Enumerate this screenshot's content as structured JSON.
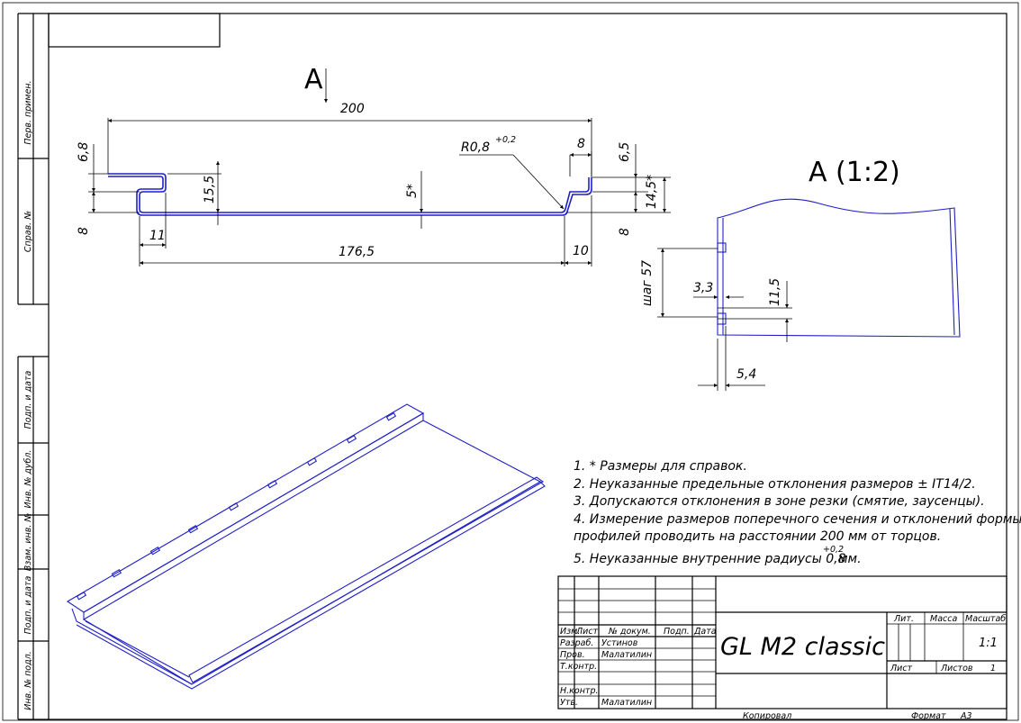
{
  "sidebar": {
    "perv_primen": "Перв. примен.",
    "sprav_no": "Справ. №",
    "podp_data_1": "Подп. и дата",
    "inv_dubl": "Инв. № дубл.",
    "vzam_inv": "Взам. инв. №",
    "podp_data_2": "Подп. и дата",
    "inv_podl": "Инв. № подл."
  },
  "section": {
    "view_label": "А",
    "dim_200": "200",
    "dim_6_8": "6,8",
    "dim_8_left": "8",
    "dim_15_5": "15,5",
    "dim_11": "11",
    "dim_5": "5*",
    "dim_radius": "R0,8",
    "dim_radius_sup": "+0,2",
    "dim_8_top": "8",
    "dim_6_5": "6,5",
    "dim_14_5": "14,5*",
    "dim_8_right": "8",
    "dim_176_5": "176,5",
    "dim_10": "10"
  },
  "detail": {
    "title": "А (1:2)",
    "dim_step": "шаг 57",
    "dim_3_3": "3,3",
    "dim_11_5": "11,5",
    "dim_5_4": "5,4"
  },
  "notes": [
    "1. * Размеры для справок.",
    "2. Неуказанные предельные отклонения размеров  ± IT14/2.",
    "3. Допускаются отклонения в зоне резки (смятие, заусенцы).",
    "4. Измерение размеров поперечного сечения и отклонений формы",
    "профилей проводить на расстоянии 200 мм от торцов.",
    "5. Неуказанные внутренние радиусы 0,8",
    "+0,2",
    "мм."
  ],
  "title_block": {
    "hdr_izm": "Изм.",
    "hdr_list": "Лист",
    "hdr_dokum": "№ докум.",
    "hdr_podp": "Подп.",
    "hdr_data": "Дата",
    "razrab": "Разраб.",
    "razrab_name": "Устинов",
    "prov": "Пров.",
    "prov_name": "Малатилин",
    "tkontr": "Т.контр.",
    "nkontr": "Н.контр.",
    "utv": "Утв.",
    "utv_name": "Малатилин",
    "product_name": "GL M2 classic",
    "lit": "Лит.",
    "massa": "Масса",
    "masshtab": "Масштаб",
    "scale_value": "1:1",
    "sheet_label": "Лист",
    "sheets_label": "Листов",
    "sheets_count": "1",
    "kopiroval": "Копировал",
    "format_label": "Формат",
    "format_value": "А3"
  }
}
